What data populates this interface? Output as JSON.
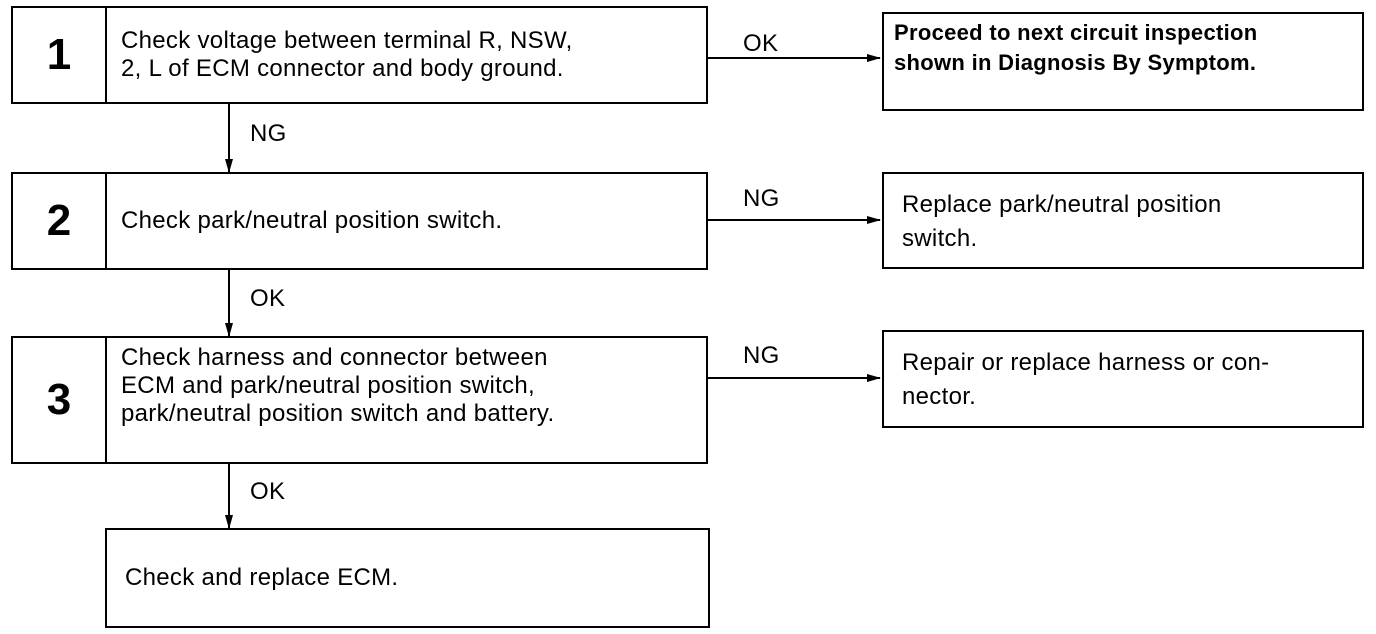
{
  "steps": [
    {
      "num": "1",
      "text": "Check voltage between terminal R, NSW,\n2, L of ECM connector and body ground."
    },
    {
      "num": "2",
      "text": "Check park/neutral position switch."
    },
    {
      "num": "3",
      "text": "Check harness and connector between\nECM and park/neutral position switch,\npark/neutral position switch and battery."
    }
  ],
  "results": [
    {
      "text": "Proceed to next circuit inspection\nshown in Diagnosis By Symptom."
    },
    {
      "text": "Replace park/neutral position\nswitch."
    },
    {
      "text": "Repair or replace harness or con-\nnector."
    }
  ],
  "final": {
    "text": "Check and replace ECM."
  },
  "labels": {
    "step1_right": "OK",
    "step1_down": "NG",
    "step2_right": "NG",
    "step2_down": "OK",
    "step3_right": "NG",
    "step3_down": "OK"
  }
}
